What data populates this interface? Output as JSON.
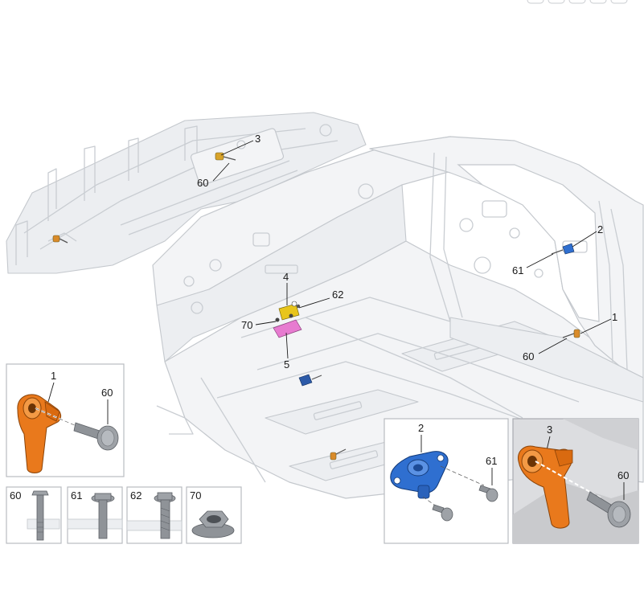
{
  "callouts": {
    "c3_top": "3",
    "c60_top": "60",
    "c2_right": "2",
    "c61_right": "61",
    "c1_right": "1",
    "c60_right": "60",
    "c4": "4",
    "c62": "62",
    "c70": "70",
    "c5": "5"
  },
  "panels": {
    "sensor1": {
      "part": "1",
      "bolt": "60"
    },
    "sensor2": {
      "part": "2",
      "bolt": "61"
    },
    "sensor3": {
      "part": "3",
      "bolt": "60"
    },
    "bolt60": {
      "label": "60"
    },
    "bolt61": {
      "label": "61"
    },
    "bolt62": {
      "label": "62"
    },
    "nut70": {
      "label": "70"
    }
  },
  "colors": {
    "sensor_orange": "#e9791c",
    "sensor_blue": "#2f6fd0",
    "bracket_pink": "#e77bd0",
    "bracket_yellow": "#e8c51b",
    "body_outline": "#c4c8cd",
    "panel_border": "#b9bcc0"
  }
}
